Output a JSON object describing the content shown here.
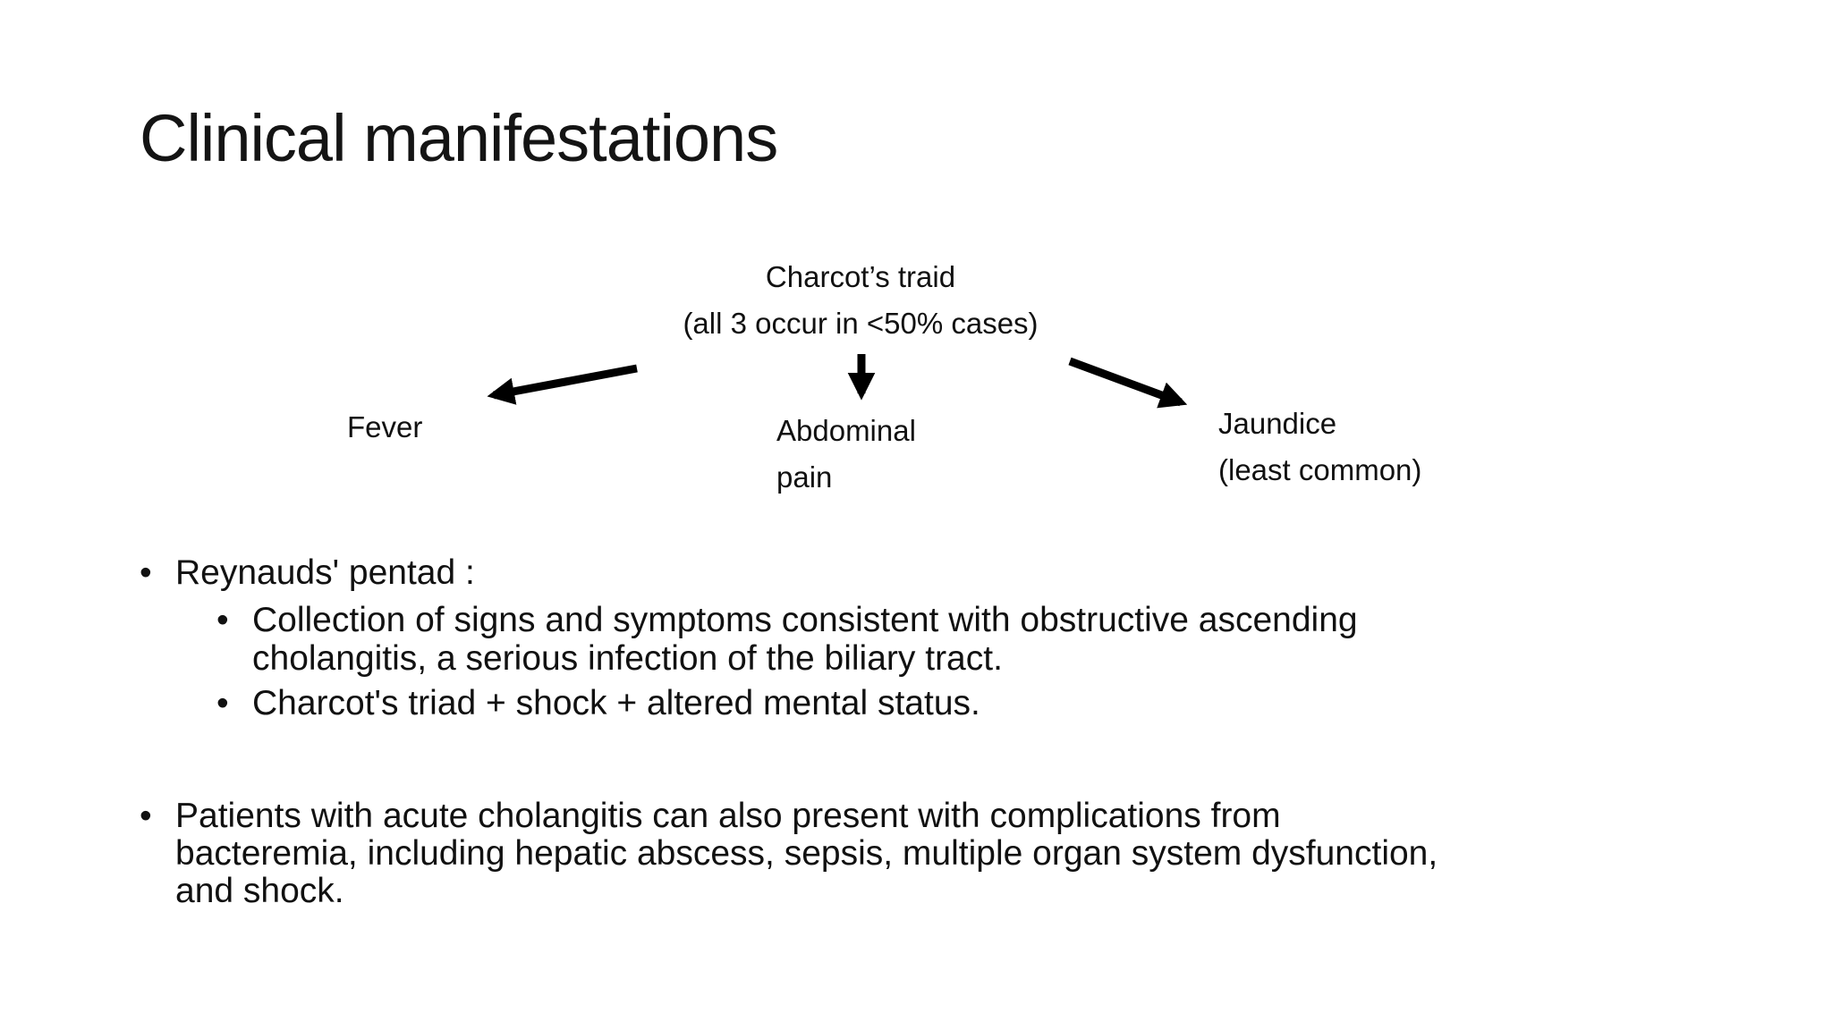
{
  "page": {
    "background_color": "#ffffff",
    "text_color": "#111111",
    "arrow_color": "#000000"
  },
  "slide": {
    "title": "Clinical manifestations",
    "diagram": {
      "root_line1": "Charcot’s traid",
      "root_line2": "(all 3 occur in <50% cases)",
      "fever_label": "Fever",
      "abdominal_line1": "Abdominal",
      "abdominal_line2": "pain",
      "jaundice_line1": "Jaundice",
      "jaundice_line2": "(least common)"
    },
    "bullets": {
      "marker_glyph": "•",
      "pentad_heading": "Reynauds' pentad :",
      "pentad_sub1_line1": "Collection of signs and symptoms consistent with obstructive ascending",
      "pentad_sub1_line2": "cholangitis, a serious infection of the biliary tract.",
      "pentad_sub2": "Charcot's triad + shock + altered mental status.",
      "complications_line1": "Patients with acute cholangitis can also present with complications from",
      "complications_line2": "bacteremia, including hepatic abscess, sepsis, multiple organ system dysfunction,",
      "complications_line3": "and shock."
    }
  }
}
